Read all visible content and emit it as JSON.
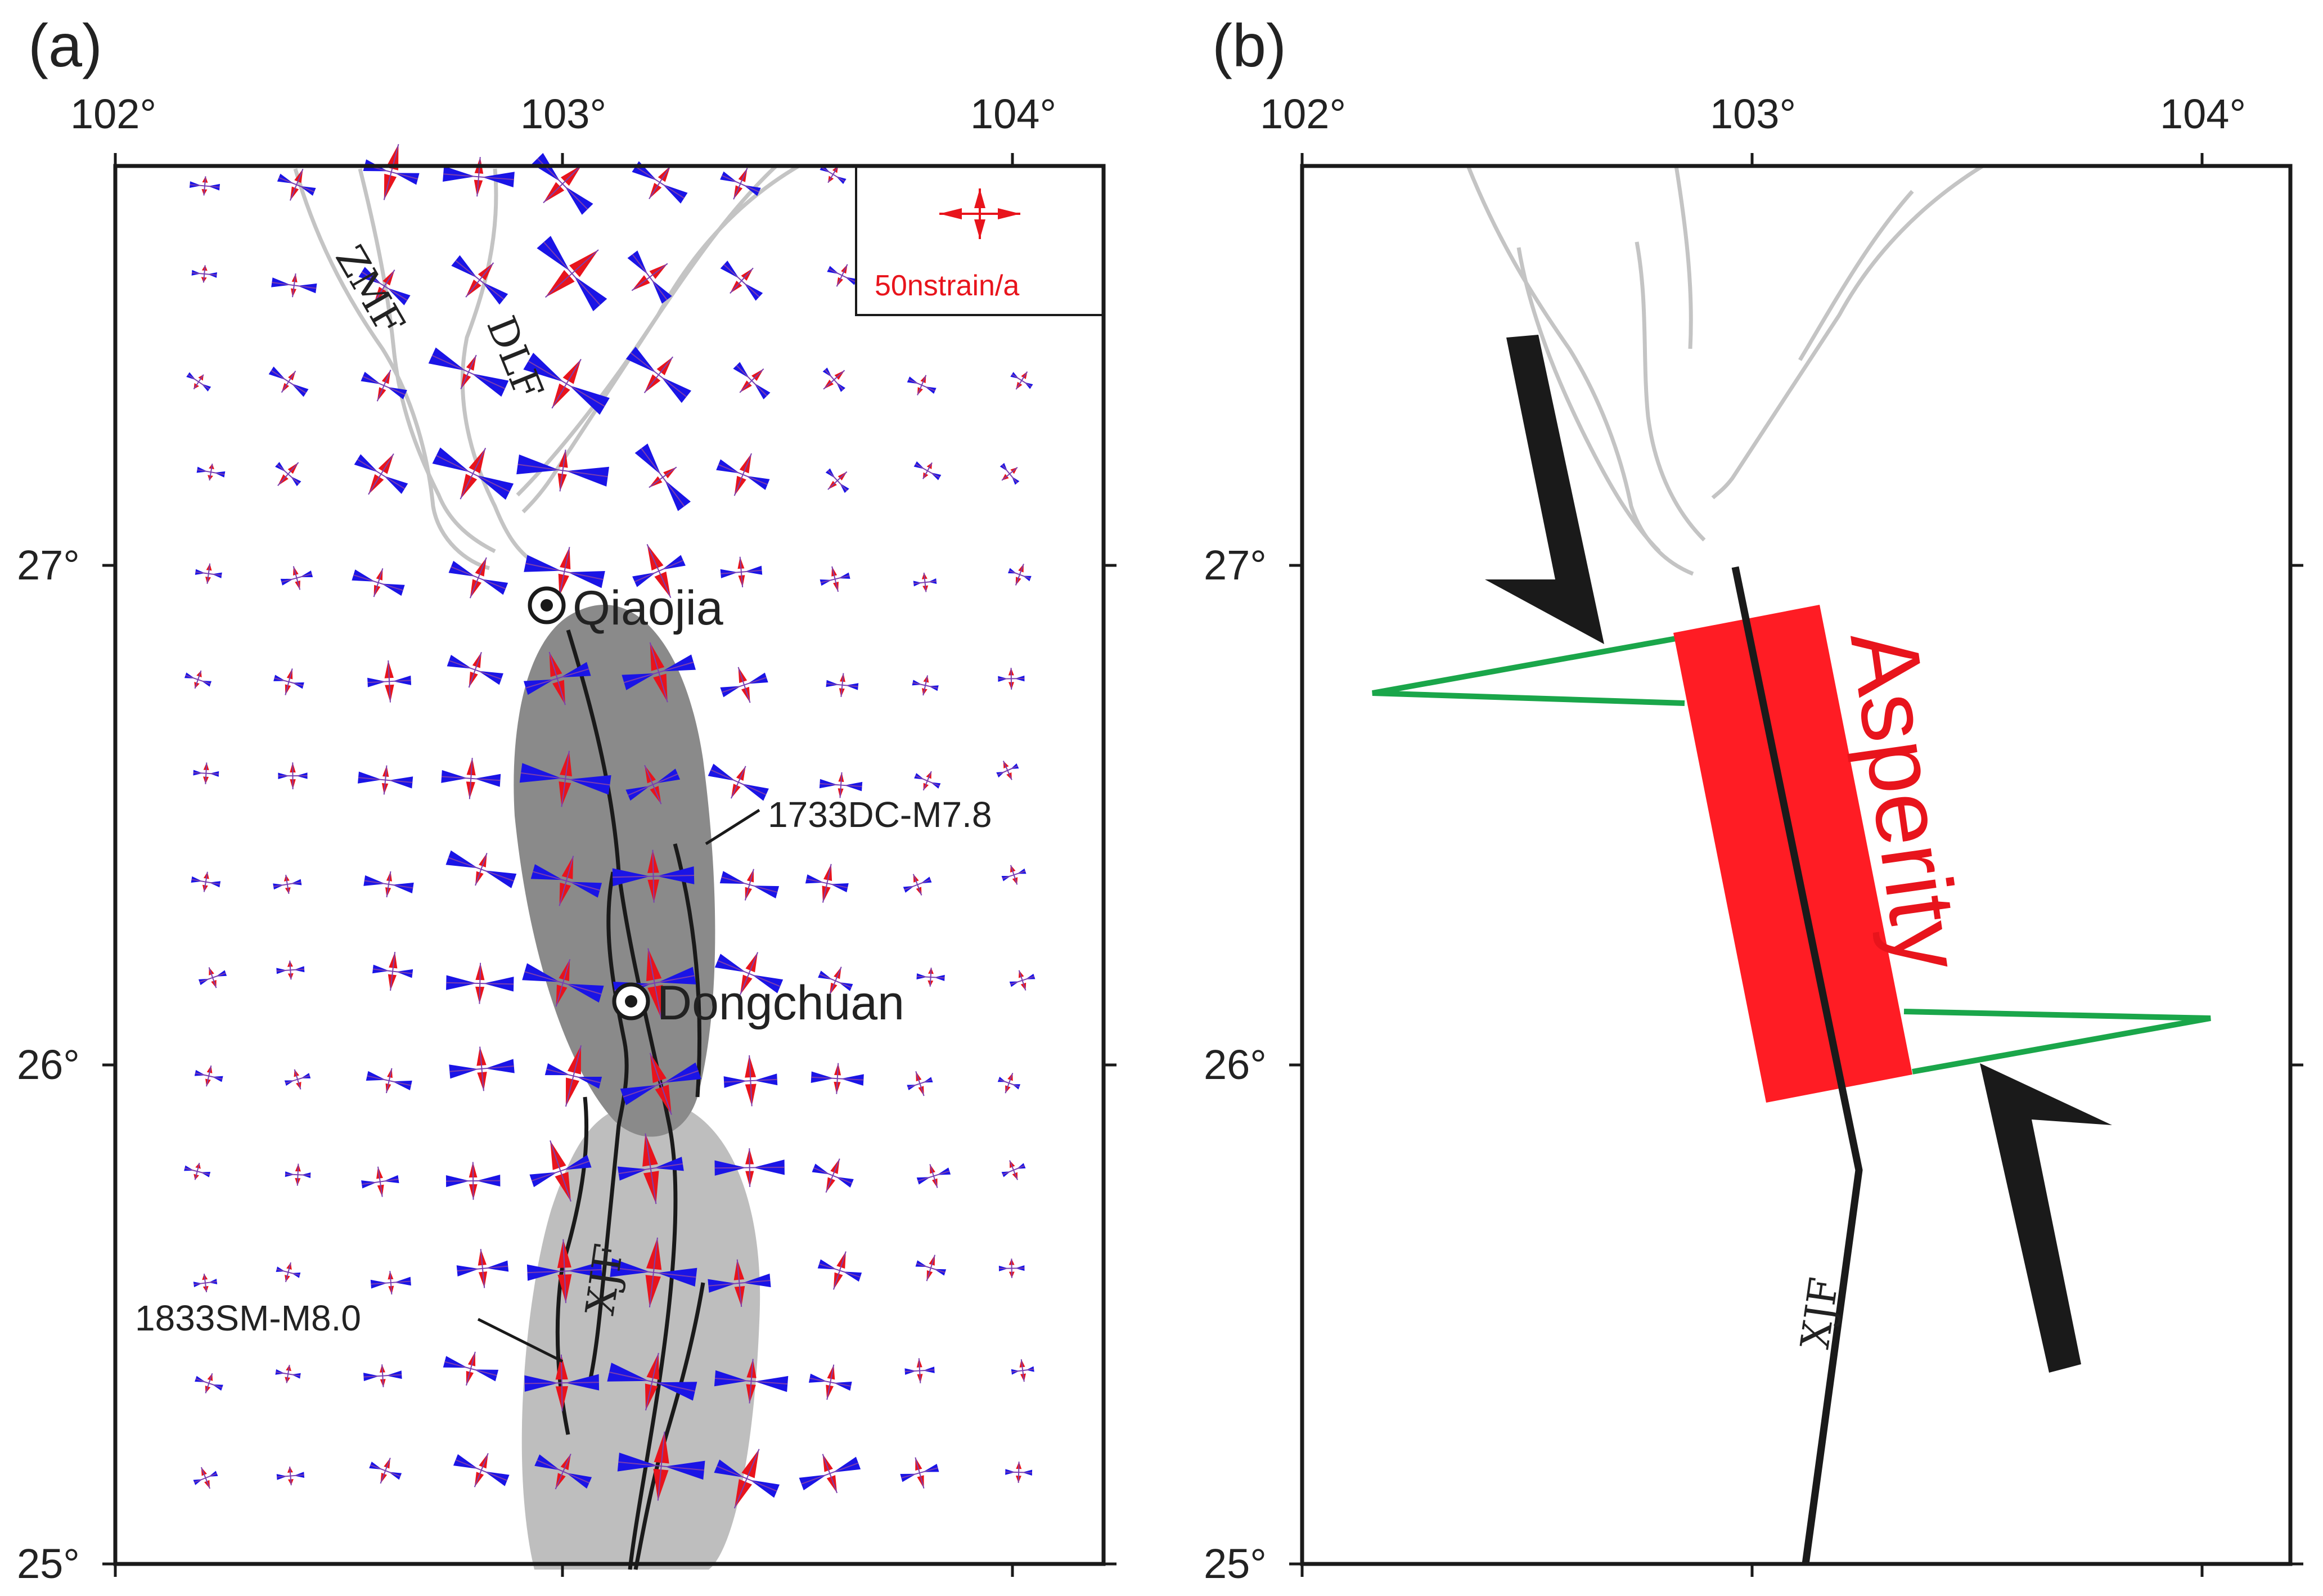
{
  "panels": [
    {
      "label": "(a)"
    },
    {
      "label": "(b)"
    }
  ],
  "axes": {
    "lon_ticks": [
      "102°",
      "103°",
      "104°"
    ],
    "lat_ticks": [
      "27°",
      "26°",
      "25°"
    ]
  },
  "faults": {
    "zmf": "ZMF",
    "dlf": "DLF",
    "xjf": "XJF"
  },
  "cities": {
    "qiaojia": "Qiaojia",
    "dongchuan": "Dongchuan"
  },
  "earthquakes": {
    "dc1733": "1733DC-M7.8",
    "sm1833": "1833SM-M8.0"
  },
  "legend": {
    "scale": "50nstrain/a"
  },
  "asperity": "Asperity",
  "colors": {
    "compression": "#1a14e6",
    "extension": "#e8141c",
    "fault": "#1a1a1a",
    "minor_fault": "#c4c4c4",
    "rupture_1733": "#8a8a8a",
    "rupture_1833": "#bebebe",
    "slip_profile": "#1aa64a",
    "asperity_fill": "#ff1c24"
  }
}
